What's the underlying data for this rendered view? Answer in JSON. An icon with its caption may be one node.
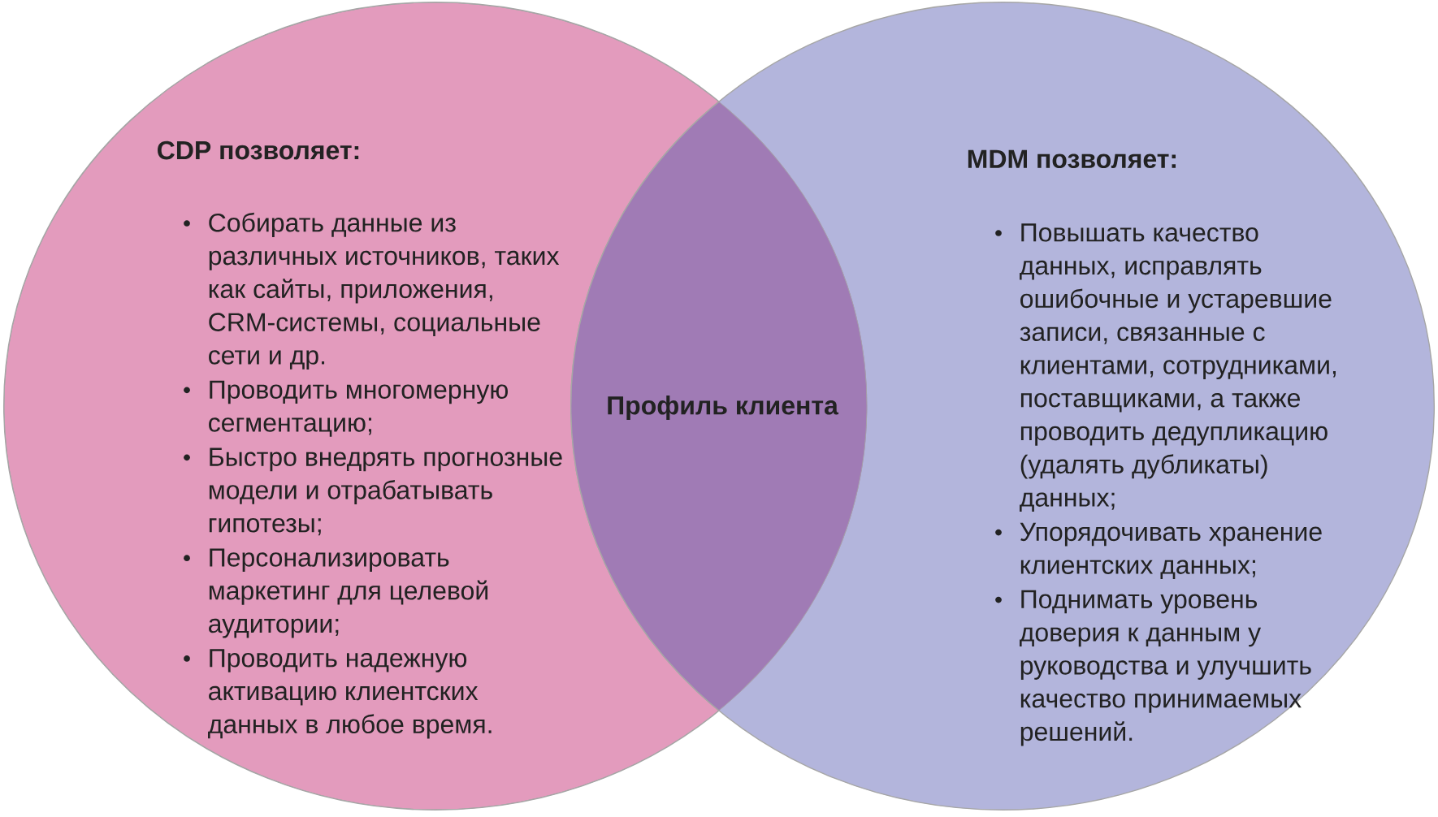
{
  "diagram": {
    "nodes": [
      {
        "text": [
          "CDP позволяет:",
          "Собирать данные из различных источников, таких как сайты, приложения, CRM-системы, социальные сети и др.",
          "Проводить многомерную сегментацию;",
          "Быстро внедрять прогнозные модели и отрабатывать гипотезы;",
          "Персонализировать маркетинг для целевой аудитории;",
          "Проводить надежную активацию клиентских данных в любое время."
        ]
      },
      {
        "text": [
          "MDM позволяет:",
          "Повышать качество данных, исправлять ошибочные и устаревшие записи, связанные с клиентами, сотрудниками, поставщиками, а также проводить дедупликацию (удалять дубликаты) данных;",
          "Упорядочивать хранение клиентских данных;",
          "Поднимать уровень доверия к данным у руководства и улучшить качество принимаемых решений."
        ]
      },
      {
        "text": [
          "Профиль клиента"
        ]
      }
    ]
  }
}
